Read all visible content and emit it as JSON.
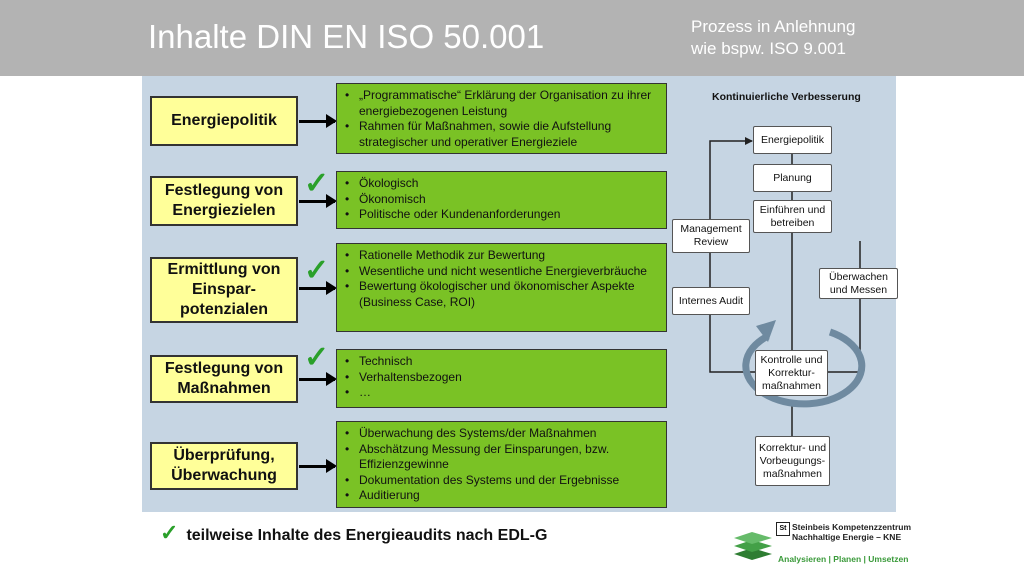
{
  "header": {
    "title": "Inhalte DIN EN ISO 50.001",
    "subtitle_line1": "Prozess in Anlehnung",
    "subtitle_line2": "wie bspw. ISO 9.001"
  },
  "rows": [
    {
      "label_lines": [
        "Energiepolitik"
      ],
      "checked": false,
      "bullets": [
        "„Programmatische“ Erklärung der Organisation zu ihrer energiebezogenen Leistung",
        "Rahmen für Maßnahmen, sowie die Aufstellung strategischer und operativer Energieziele"
      ]
    },
    {
      "label_lines": [
        "Festlegung von",
        "Energiezielen"
      ],
      "checked": true,
      "bullets": [
        "Ökologisch",
        "Ökonomisch",
        "Politische oder Kundenanforderungen"
      ]
    },
    {
      "label_lines": [
        "Ermittlung von",
        "Einspar-",
        "potenzialen"
      ],
      "checked": true,
      "bullets": [
        "Rationelle Methodik zur Bewertung",
        "Wesentliche und nicht wesentliche Energieverbräuche",
        "Bewertung ökologischer und ökonomischer Aspekte (Business Case, ROI)"
      ]
    },
    {
      "label_lines": [
        "Festlegung von",
        "Maßnahmen"
      ],
      "checked": true,
      "bullets": [
        "Technisch",
        "Verhaltensbezogen",
        "…"
      ]
    },
    {
      "label_lines": [
        "Überprüfung,",
        "Überwachung"
      ],
      "checked": false,
      "bullets": [
        "Überwachung des Systems/der Maßnahmen",
        "Abschätzung Messung der Einsparungen, bzw. Effizienzgewinne",
        "Dokumentation des Systems und der Ergebnisse",
        "Auditierung"
      ]
    }
  ],
  "cycle": {
    "title": "Kontinuierliche Verbesserung",
    "energiepolitik": "Energiepolitik",
    "planung": "Planung",
    "einfuehren": "Einführen und betreiben",
    "management_review": "Management Review",
    "internes_audit": "Internes Audit",
    "ueberwachen": "Überwachen und Messen",
    "kontrolle": "Kontrolle und Korrektur-maßnahmen",
    "korrektur": "Korrektur- und Vorbeugungs-maßnahmen"
  },
  "footnote": {
    "check_symbol": "✓",
    "text": "teilweise Inhalte des Energieaudits nach EDL-G"
  },
  "logo": {
    "line1": "Steinbeis Kompetenzzentrum",
    "line2": "Nachhaltige Energie – KNE",
    "line3": "Analysieren | Planen | Umsetzen",
    "badge": "St"
  },
  "colors": {
    "header_bg": "#b3b3b3",
    "panel_bg": "#c6d5e3",
    "label_box": "#ffff99",
    "content_box": "#7ac225",
    "check": "#2aa02a"
  }
}
